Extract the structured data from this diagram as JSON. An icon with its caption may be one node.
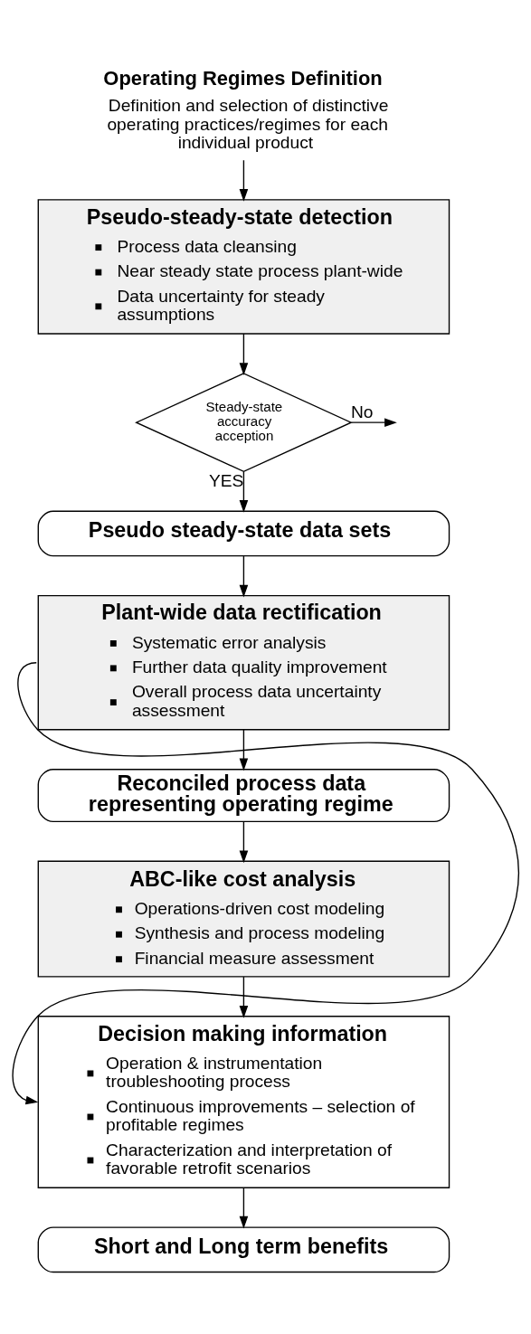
{
  "diagram": {
    "nodes": [
      {
        "text": [
          "Operating Regimes Definition",
          "Definition and selection of distinctive operating practices/regimes for each individual product"
        ]
      },
      {
        "text": [
          "Pseudo-steady-state detection",
          "Process data cleansing",
          "Near steady state process plant-wide",
          "Data uncertainty for steady assumptions"
        ]
      },
      {
        "text": [
          "Steady-state accuracy acception"
        ]
      },
      {
        "text": [
          "Pseudo steady-state data sets"
        ]
      },
      {
        "text": [
          "Plant-wide data rectification",
          "Systematic error analysis",
          "Further data quality improvement",
          "Overall process data uncertainty assessment"
        ]
      },
      {
        "text": [
          "Reconciled process data representing operating regime"
        ]
      },
      {
        "text": [
          "ABC-like cost analysis",
          "Operations-driven cost modeling",
          "Synthesis and process modeling",
          "Financial measure assessment"
        ]
      },
      {
        "text": [
          "Decision making information",
          "Operation & instrumentation troubleshooting process",
          "Continuous improvements – selection of profitable regimes",
          "Characterization and interpretation of favorable retrofit scenarios"
        ]
      },
      {
        "text": [
          "Short and Long term benefits"
        ]
      }
    ],
    "edges": [
      {
        "from": 0,
        "to": 1,
        "arrow": "to"
      },
      {
        "from": 1,
        "to": 2,
        "arrow": "to"
      },
      {
        "from": 2,
        "to": null,
        "arrow": "to",
        "label": "No"
      },
      {
        "from": 2,
        "to": 3,
        "arrow": "to",
        "label": "YES"
      },
      {
        "from": 3,
        "to": 4,
        "arrow": "to"
      },
      {
        "from": 4,
        "to": 5,
        "arrow": "to"
      },
      {
        "from": 5,
        "to": 6,
        "arrow": "to"
      },
      {
        "from": 6,
        "to": 7,
        "arrow": "to"
      },
      {
        "from": 4,
        "to": 7,
        "arrow": "to"
      },
      {
        "from": 7,
        "to": 8,
        "arrow": "to"
      }
    ]
  }
}
